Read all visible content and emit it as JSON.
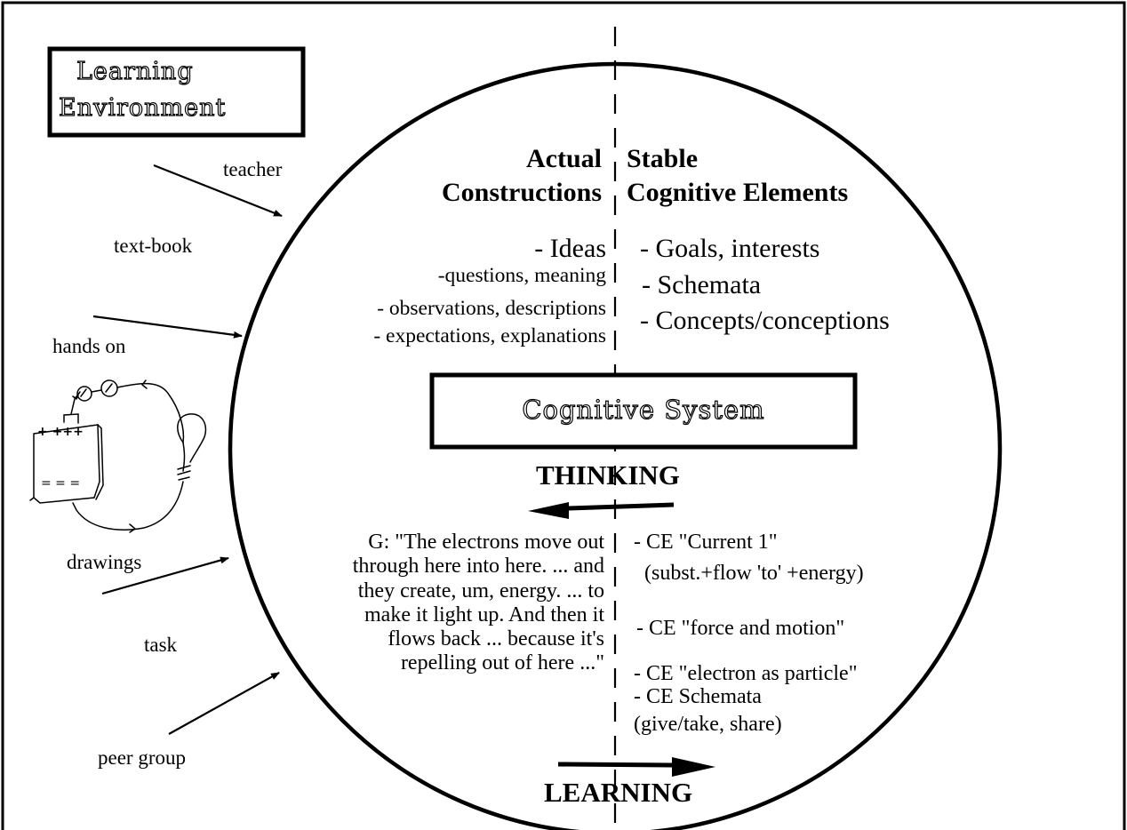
{
  "environment_box": {
    "line1": "Learning",
    "line2": "Environment"
  },
  "inputs": {
    "teacher": "teacher",
    "textbook": "text-book",
    "hands_on": "hands on",
    "drawings": "drawings",
    "task": "task",
    "peer_group": "peer group"
  },
  "left_column": {
    "heading": [
      "Actual",
      "Constructions"
    ],
    "items": [
      "- Ideas",
      "-questions, meaning",
      "- observations, descriptions",
      "- expectations, explanations"
    ]
  },
  "right_column": {
    "heading": [
      "Stable",
      "Cognitive Elements"
    ],
    "items": [
      "- Goals, interests",
      "- Schemata",
      "- Concepts/conceptions"
    ]
  },
  "center_box": {
    "label": "Cognitive System"
  },
  "thinking_label": "THINKING",
  "learning_label": "LEARNING",
  "quote_lines": [
    "G: \"The electrons move out",
    "through here into here.  ... and",
    "they create, um, energy.  ... to",
    "make it light up.  And then it",
    "flows back ... because it's",
    "repelling out of here ...\""
  ],
  "ce_items": {
    "current_1": "- CE \"Current 1\"",
    "current_1_detail": "(subst.+flow 'to'  +energy)",
    "force_motion": "- CE \"force and motion\"",
    "electron_particle": "- CE \"electron as particle\"",
    "schemata": "- CE Schemata",
    "schemata_detail": "(give/take, share)"
  },
  "circuit_sketch": {
    "battery_top": "+ +++",
    "battery_bottom": "= = ="
  }
}
